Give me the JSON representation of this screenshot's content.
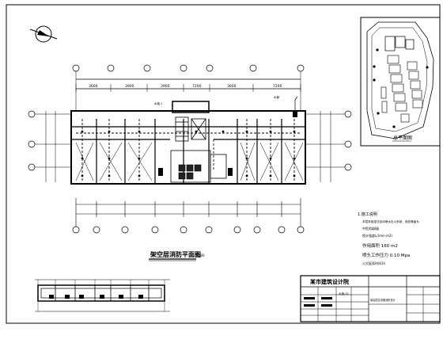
{
  "plan_title": "架空层消防平面图",
  "plan_scale": "1:100",
  "site_plan_label": "总平面图",
  "dimensions_top": [
    "3600",
    "3900",
    "3900",
    "7200",
    "3600",
    "7200"
  ],
  "notes": {
    "title": "1.施工说明",
    "line_1": "本层采用湿式自动喷水灭火系统，危险等级为",
    "line_2": "中危险级Ⅰ级",
    "line_3": "喷水强度L/(min·m2)",
    "line_4": "作用面积 160 m2",
    "line_5": "喷头工作压力 0.10 Mpa",
    "line_6": "火灾延续时间1h"
  },
  "title_block": {
    "company": "某市建筑设计院",
    "drawing_name": "某高层住宅楼消防设计",
    "drawing_no": "水施-01"
  },
  "text_lines": {
    "note_a": "水施-1",
    "note_b": "水管"
  }
}
